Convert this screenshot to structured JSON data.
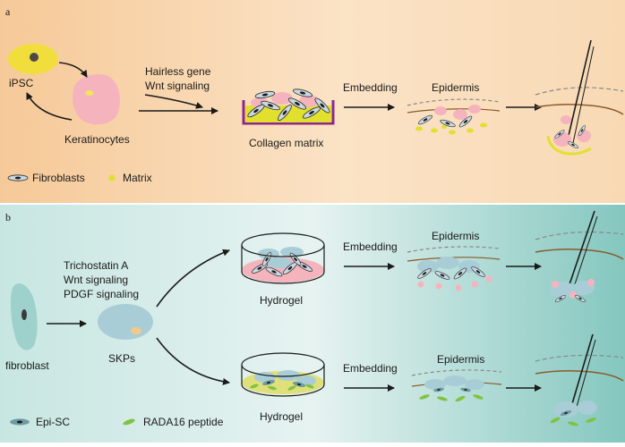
{
  "panel_a": {
    "letter": "a",
    "labels": {
      "ipsc": "iPSC",
      "keratinocytes": "Keratinocytes",
      "arrow_text_line1": "Hairless gene",
      "arrow_text_line2": "Wnt signaling",
      "collagen": "Collagen matrix",
      "embedding": "Embedding",
      "epidermis": "Epidermis"
    },
    "legend": {
      "fibroblasts": "Fibroblasts",
      "matrix": "Matrix"
    }
  },
  "panel_b": {
    "letter": "b",
    "labels": {
      "trichostatin": "Trichostatin A",
      "wnt": "Wnt signaling",
      "pdgf": "PDGF signaling",
      "fibroblast": "fibroblast",
      "skps": "SKPs",
      "hydrogel_top": "Hydrogel",
      "hydrogel_bottom": "Hydrogel",
      "embedding_top": "Embedding",
      "epidermis_top": "Epidermis",
      "embedding_bottom": "Embedding",
      "epidermis_bottom": "Epidermis"
    },
    "legend": {
      "episc": "Epi-SC",
      "rada16": "RADA16 peptide"
    }
  },
  "colors": {
    "panel_a_bg_left": "#f7d4a8",
    "panel_a_bg_right": "#fbe6cc",
    "panel_b_bg_left": "#b9dfdb",
    "panel_b_bg_right": "#86c8c0",
    "ipsc_yellow": "#f1de3d",
    "keratinocyte_pink": "#f5b4bd",
    "matrix_yellow": "#e2e02f",
    "dish_purple": "#8e2789",
    "skp_blue": "#a9cdd6",
    "rada_green": "#80c341",
    "hair_dark": "#1a1a1a",
    "skin_brown": "#8a5a2b"
  }
}
